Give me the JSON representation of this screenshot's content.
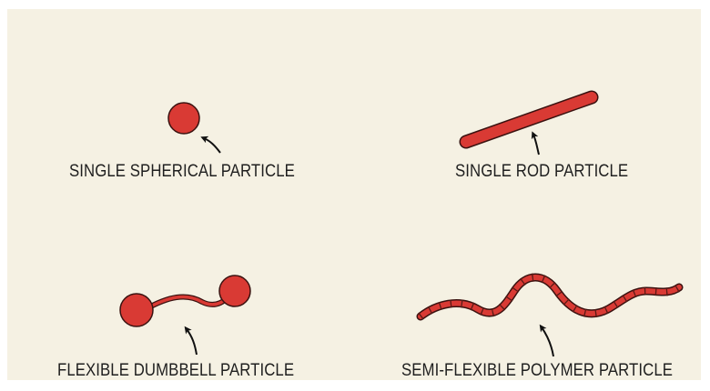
{
  "colors": {
    "background": "#f5f1e3",
    "particle_fill": "#d93a34",
    "particle_stroke": "#3a1210",
    "text": "#1f1f1f"
  },
  "particles": [
    {
      "id": "spherical",
      "label": "SINGLE SPHERICAL PARTICLE"
    },
    {
      "id": "rod",
      "label": "SINGLE ROD PARTICLE"
    },
    {
      "id": "dumbbell",
      "label": "FLEXIBLE DUMBBELL PARTICLE"
    },
    {
      "id": "polymer",
      "label": "SEMI-FLEXIBLE POLYMER PARTICLE"
    }
  ]
}
